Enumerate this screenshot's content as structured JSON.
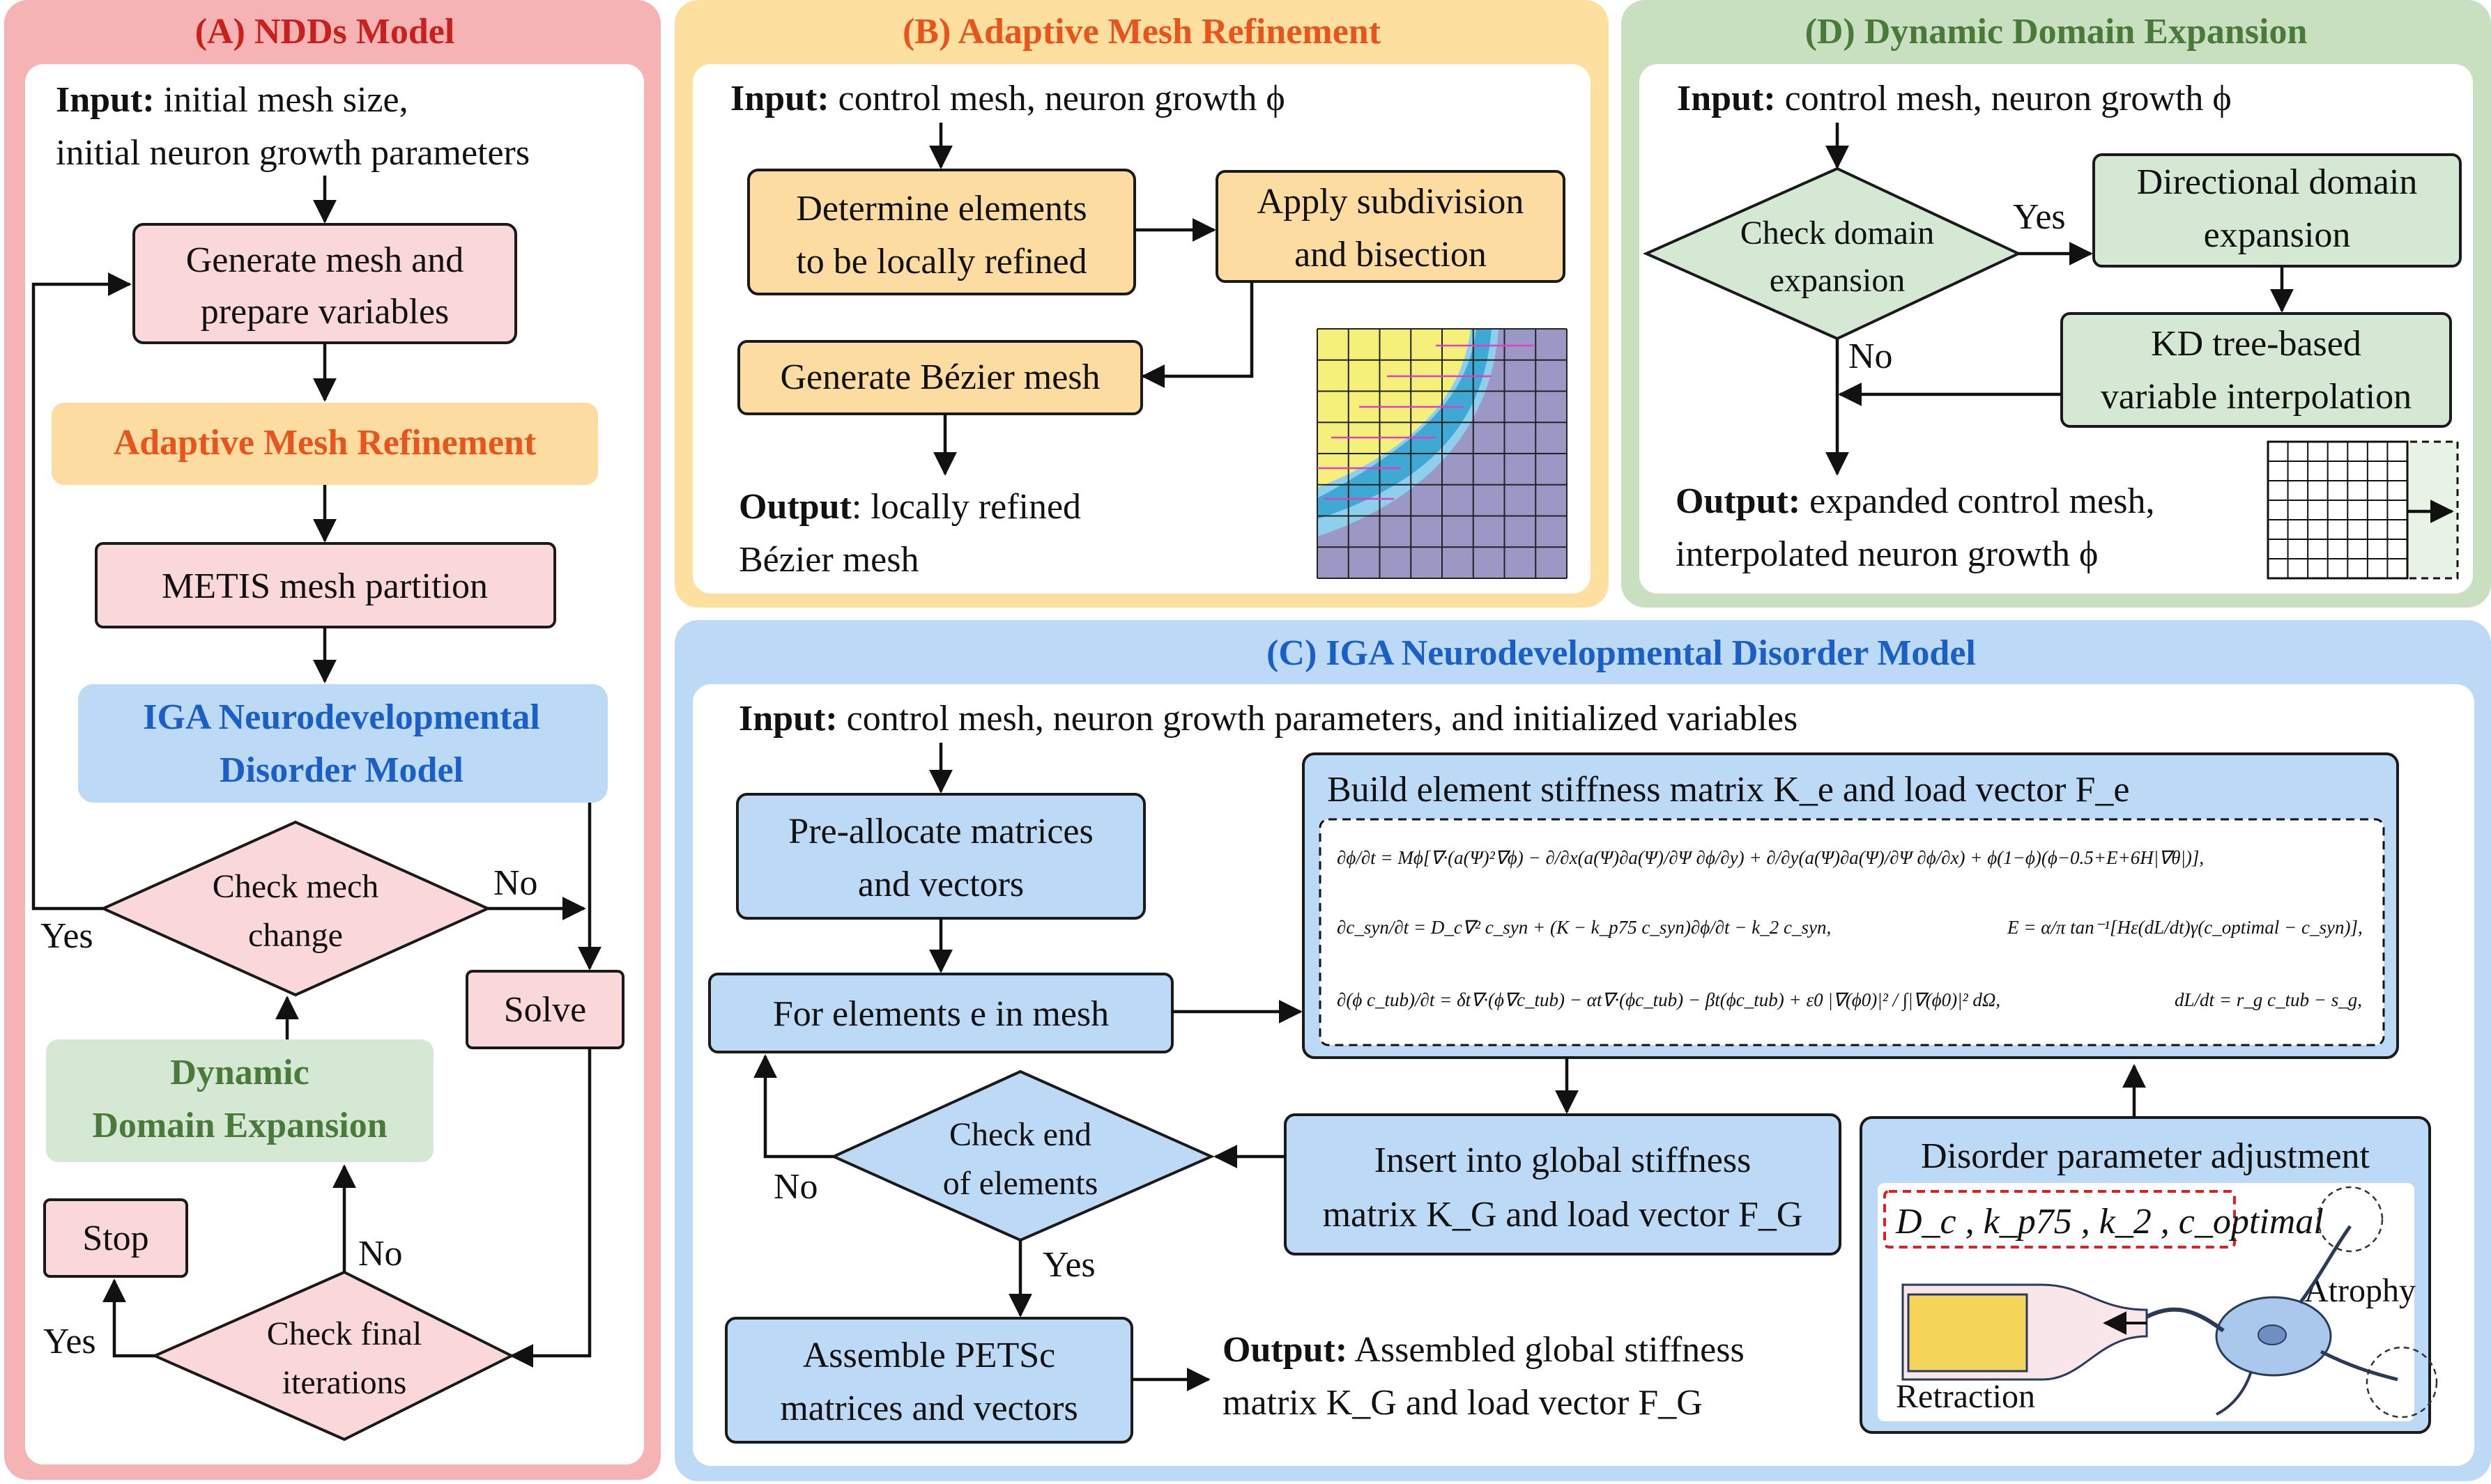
{
  "panels": {
    "A": {
      "title": "(A) NDDs Model",
      "input_label": "Input:",
      "input_line1": " initial mesh size,",
      "input_line2": "initial neuron growth parameters",
      "generate_line1": "Generate mesh and",
      "generate_line2": "prepare variables",
      "amr": "Adaptive Mesh Refinement",
      "metis": "METIS mesh partition",
      "iga_line1": "IGA Neurodevelopmental",
      "iga_line2": "Disorder Model",
      "check_mesh_line1": "Check mech",
      "check_mesh_line2": "change",
      "yes_left": "Yes",
      "no_right": "No",
      "solve": "Solve",
      "dde_line1": "Dynamic",
      "dde_line2": "Domain Expansion",
      "stop": "Stop",
      "no_up": "No",
      "yes_stop": "Yes",
      "check_final_line1": "Check final",
      "check_final_line2": "iterations"
    },
    "B": {
      "title": "(B) Adaptive Mesh Refinement",
      "input_label": "Input:",
      "input_text": " control mesh, neuron growth ϕ",
      "determine_line1": "Determine elements",
      "determine_line2": "to be locally refined",
      "apply_line1": "Apply subdivision",
      "apply_line2": "and bisection",
      "generate_bezier": "Generate Bézier mesh",
      "output_label": "Output",
      "output_line1": ": locally refined",
      "output_line2": "Bézier mesh"
    },
    "D": {
      "title": "(D) Dynamic Domain Expansion",
      "input_label": "Input:",
      "input_text": " control mesh, neuron growth ϕ",
      "check_line1": "Check domain",
      "check_line2": "expansion",
      "yes": "Yes",
      "no": "No",
      "directional_line1": "Directional domain",
      "directional_line2": "expansion",
      "kd_line1": "KD tree-based",
      "kd_line2": "variable interpolation",
      "output_label": "Output:",
      "output_line1": " expanded control mesh,",
      "output_line2": "interpolated neuron growth ϕ"
    },
    "C": {
      "title": "(C) IGA Neurodevelopmental Disorder Model",
      "input_label": "Input:",
      "input_text": " control mesh, neuron growth parameters, and initialized variables",
      "prealloc_line1": "Pre-allocate matrices",
      "prealloc_line2": "and vectors",
      "for_elements": "For elements e in mesh",
      "check_end_line1": "Check end",
      "check_end_line2": "of elements",
      "no": "No",
      "yes": "Yes",
      "assemble_line1": "Assemble PETSc",
      "assemble_line2": "matrices and vectors",
      "output_label": "Output:",
      "output_line1": " Assembled global stiffness",
      "output_line2": "matrix K_G and load vector F_G",
      "build_title": "Build element stiffness matrix K_e and load vector F_e",
      "insert_line1": "Insert into global stiffness",
      "insert_line2": "matrix K_G and load vector F_G",
      "disorder_title": "Disorder parameter adjustment",
      "params": "D_c , k_p75 , k_2 , c_optimal",
      "atrophy": "Atrophy",
      "retraction": "Retraction",
      "eq1": "∂ϕ/∂t = Mϕ[∇·(a(Ψ)²∇ϕ) − ∂/∂x(a(Ψ)∂a(Ψ)/∂Ψ ∂ϕ/∂y) + ∂/∂y(a(Ψ)∂a(Ψ)/∂Ψ ∂ϕ/∂x) + ϕ(1−ϕ)(ϕ−0.5+E+6H|∇θ|)],",
      "eq2a": "∂c_syn/∂t = D_c∇² c_syn + (K − k_p75 c_syn)∂ϕ/∂t − k_2 c_syn,",
      "eq2b": "E = α/π tan⁻¹[Hε(dL/dt)γ(c_optimal − c_syn)],",
      "eq3a": "∂(ϕ c_tub)/∂t = δt∇·(ϕ∇c_tub) − αt∇·(ϕc_tub) − βt(ϕc_tub) + ε0 |∇(ϕ0)|² / ∫|∇(ϕ0)|² dΩ,",
      "eq3b": "dL/dt = r_g c_tub − s_g,"
    }
  },
  "colors": {
    "panel_a_bg": "#f5b3b3",
    "panel_b_bg": "#fde0a0",
    "panel_d_bg": "#c8dfc0",
    "panel_c_bg": "#bcdaf5",
    "pink_box": "#fad8da",
    "orange_box": "#fcdca0",
    "blue_box": "#bcdaf5",
    "green_box": "#d5e8d4",
    "title_red": "#c8211d",
    "title_orange": "#e8541c",
    "title_green": "#4a7a3a",
    "title_blue": "#1a5fc7",
    "dashed_red": "#e02020"
  }
}
